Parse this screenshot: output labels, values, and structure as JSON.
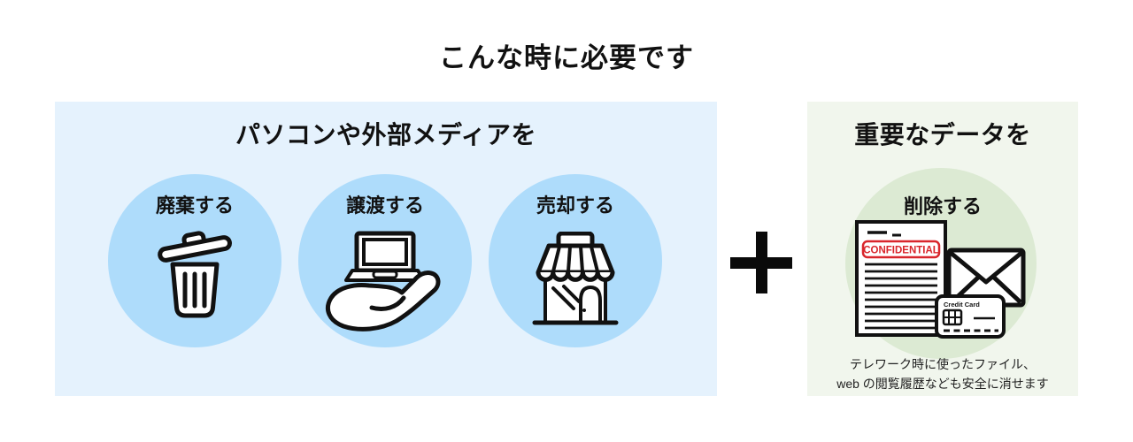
{
  "title": "こんな時に必要です",
  "plus_sign": "+",
  "left_panel": {
    "header": "パソコンや外部メディアを",
    "items": [
      {
        "label": "廃棄する",
        "icon": "trash-icon"
      },
      {
        "label": "譲渡する",
        "icon": "hand-laptop-icon"
      },
      {
        "label": "売却する",
        "icon": "storefront-icon"
      }
    ]
  },
  "right_panel": {
    "header": "重要なデータを",
    "item_label": "削除する",
    "stamp": "CONFIDENTIAL",
    "card_label": "Credit Card",
    "caption_line1": "テレワーク時に使ったファイル、",
    "caption_line2": "web の閲覧履歴なども安全に消せます"
  },
  "colors": {
    "left_panel_bg": "#e5f2fd",
    "left_circle": "#aedcfb",
    "right_panel_bg": "#f1f6ed",
    "right_circle": "#dcead3",
    "stamp_red": "#d9262c",
    "text": "#111111"
  }
}
